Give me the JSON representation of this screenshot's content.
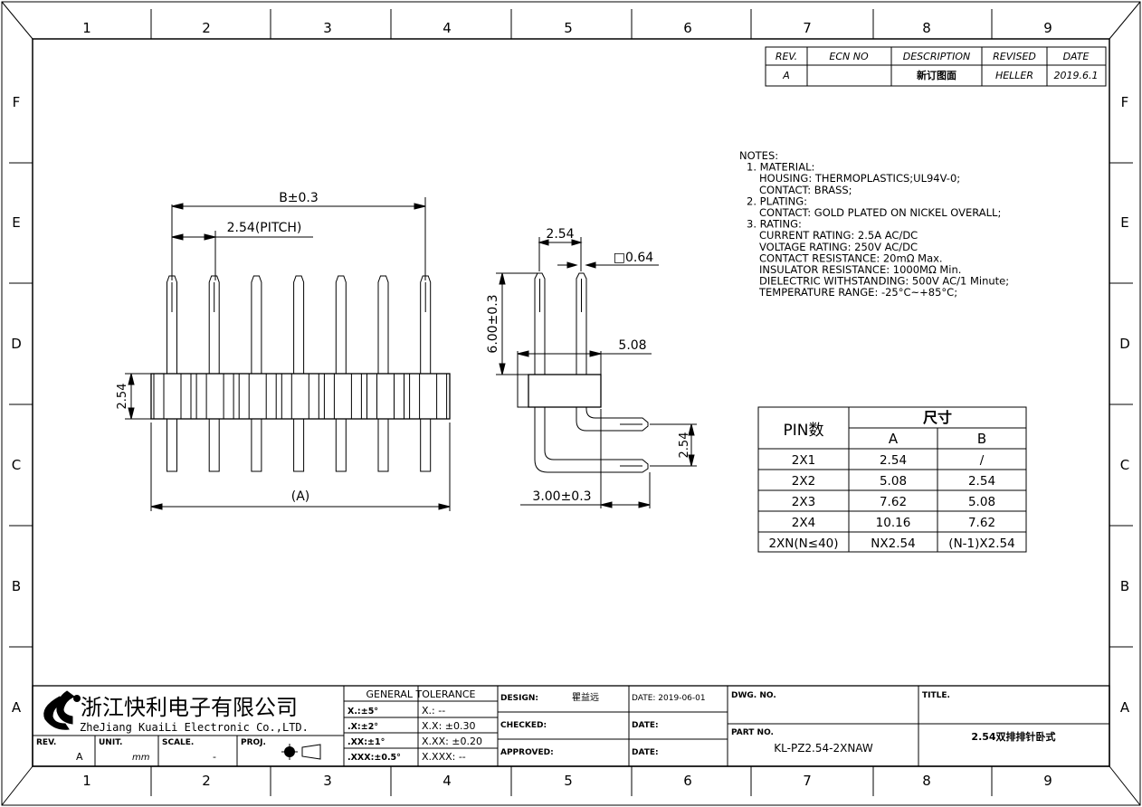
{
  "border": {
    "cols": [
      "1",
      "2",
      "3",
      "4",
      "5",
      "6",
      "7",
      "8",
      "9"
    ],
    "rows": [
      "F",
      "E",
      "D",
      "C",
      "B",
      "A"
    ]
  },
  "revision": {
    "headers": [
      "REV.",
      "ECN NO",
      "DESCRIPTION",
      "REVISED",
      "DATE"
    ],
    "row": [
      "A",
      "",
      "新订图面",
      "HELLER",
      "2019.6.1"
    ]
  },
  "notes": [
    "NOTES:",
    "1. MATERIAL:",
    "HOUSING: THERMOPLASTICS;UL94V-0;",
    "CONTACT: BRASS;",
    "2. PLATING:",
    "CONTACT: GOLD PLATED ON NICKEL OVERALL;",
    "3. RATING:",
    "CURRENT RATING: 2.5A AC/DC",
    "VOLTAGE RATING: 250V AC/DC",
    "CONTACT RESISTANCE: 20mΩ Max.",
    "INSULATOR RESISTANCE: 1000MΩ Min.",
    "DIELECTRIC WITHSTANDING: 500V AC/1 Minute;",
    "TEMPERATURE RANGE: -25°C~+85°C;"
  ],
  "dims": {
    "b": "B±0.3",
    "pitch": "2.54(PITCH)",
    "a": "(A)",
    "h254": "2.54",
    "side_254": "2.54",
    "sq": "□0.64",
    "height": "6.00±0.3",
    "d508": "5.08",
    "d254b": "2.54",
    "d300": "3.00±0.3"
  },
  "size_table": {
    "col_pin": "PIN数",
    "col_size": "尺寸",
    "col_a": "A",
    "col_b": "B",
    "rows": [
      [
        "2X1",
        "2.54",
        "/"
      ],
      [
        "2X2",
        "5.08",
        "2.54"
      ],
      [
        "2X3",
        "7.62",
        "5.08"
      ],
      [
        "2X4",
        "10.16",
        "7.62"
      ],
      [
        "2XN(N≤40)",
        "NX2.54",
        "(N-1)X2.54"
      ]
    ]
  },
  "title_block": {
    "company_cn": "浙江快利电子有限公司",
    "company_en": "ZheJiang KuaiLi Electronic Co.,LTD.",
    "rev_label": "REV.",
    "rev_value": "A",
    "unit_label": "UNIT.",
    "unit_value": "mm",
    "scale_label": "SCALE.",
    "scale_value": "-",
    "proj_label": "PROJ.",
    "tol_title": "GENERAL TOLERANCE",
    "tol_left": [
      "X.:±5°",
      ".X:±2°",
      ".XX:±1°",
      ".XXX:±0.5°"
    ],
    "tol_right": [
      "X.:    --",
      "X.X:  ±0.30",
      "X.XX:  ±0.20",
      "X.XXX:  --"
    ],
    "design_label": "DESIGN:",
    "design_value": "瞿益远",
    "checked_label": "CHECKED:",
    "approved_label": "APPROVED:",
    "date1": "DATE: 2019-06-01",
    "date2": "DATE:",
    "date3": "DATE:",
    "dwg_label": "DWG. NO.",
    "part_label": "PART NO.",
    "part_value": "KL-PZ2.54-2XNAW",
    "title_label": "TITLE.",
    "title_value": "2.54双排排针卧式"
  }
}
